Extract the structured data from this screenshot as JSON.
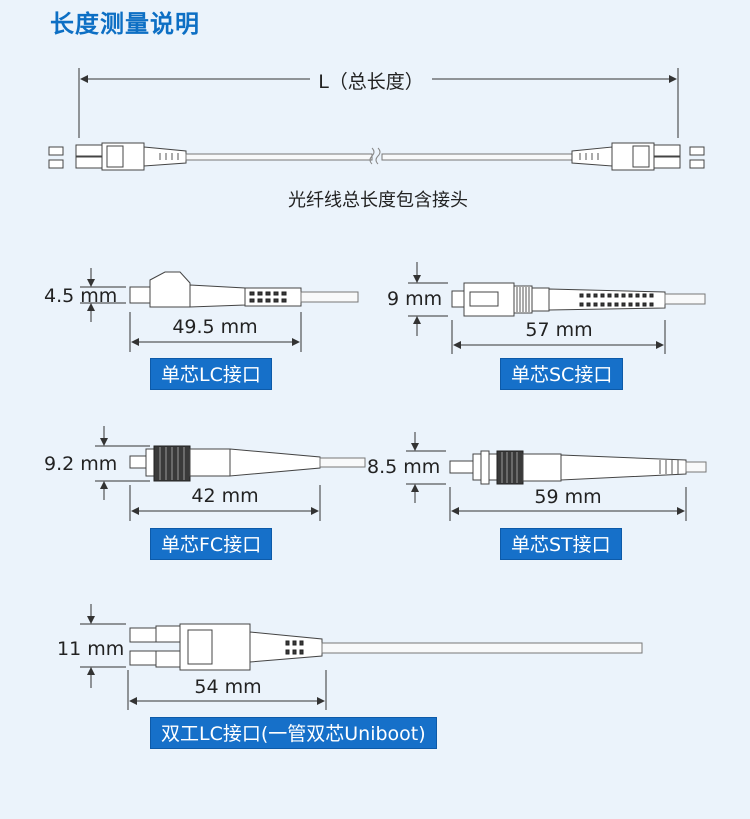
{
  "title": "长度测量说明",
  "overview": {
    "length_label": "L（总长度）",
    "caption": "光纤线总长度包含接头"
  },
  "connectors": {
    "lc": {
      "height": "4.5 mm",
      "length": "49.5 mm",
      "badge": "单芯LC接口"
    },
    "sc": {
      "height": "9 mm",
      "length": "57 mm",
      "badge": "单芯SC接口"
    },
    "fc": {
      "height": "9.2 mm",
      "length": "42 mm",
      "badge": "单芯FC接口"
    },
    "st": {
      "height": "8.5 mm",
      "length": "59 mm",
      "badge": "单芯ST接口"
    },
    "duplex": {
      "height": "11 mm",
      "length": "54 mm",
      "badge": "双工LC接口(一管双芯Uniboot)"
    }
  },
  "colors": {
    "title": "#0d6fc4",
    "badge_bg": "#1670c9",
    "background": "#ebf3fb"
  }
}
